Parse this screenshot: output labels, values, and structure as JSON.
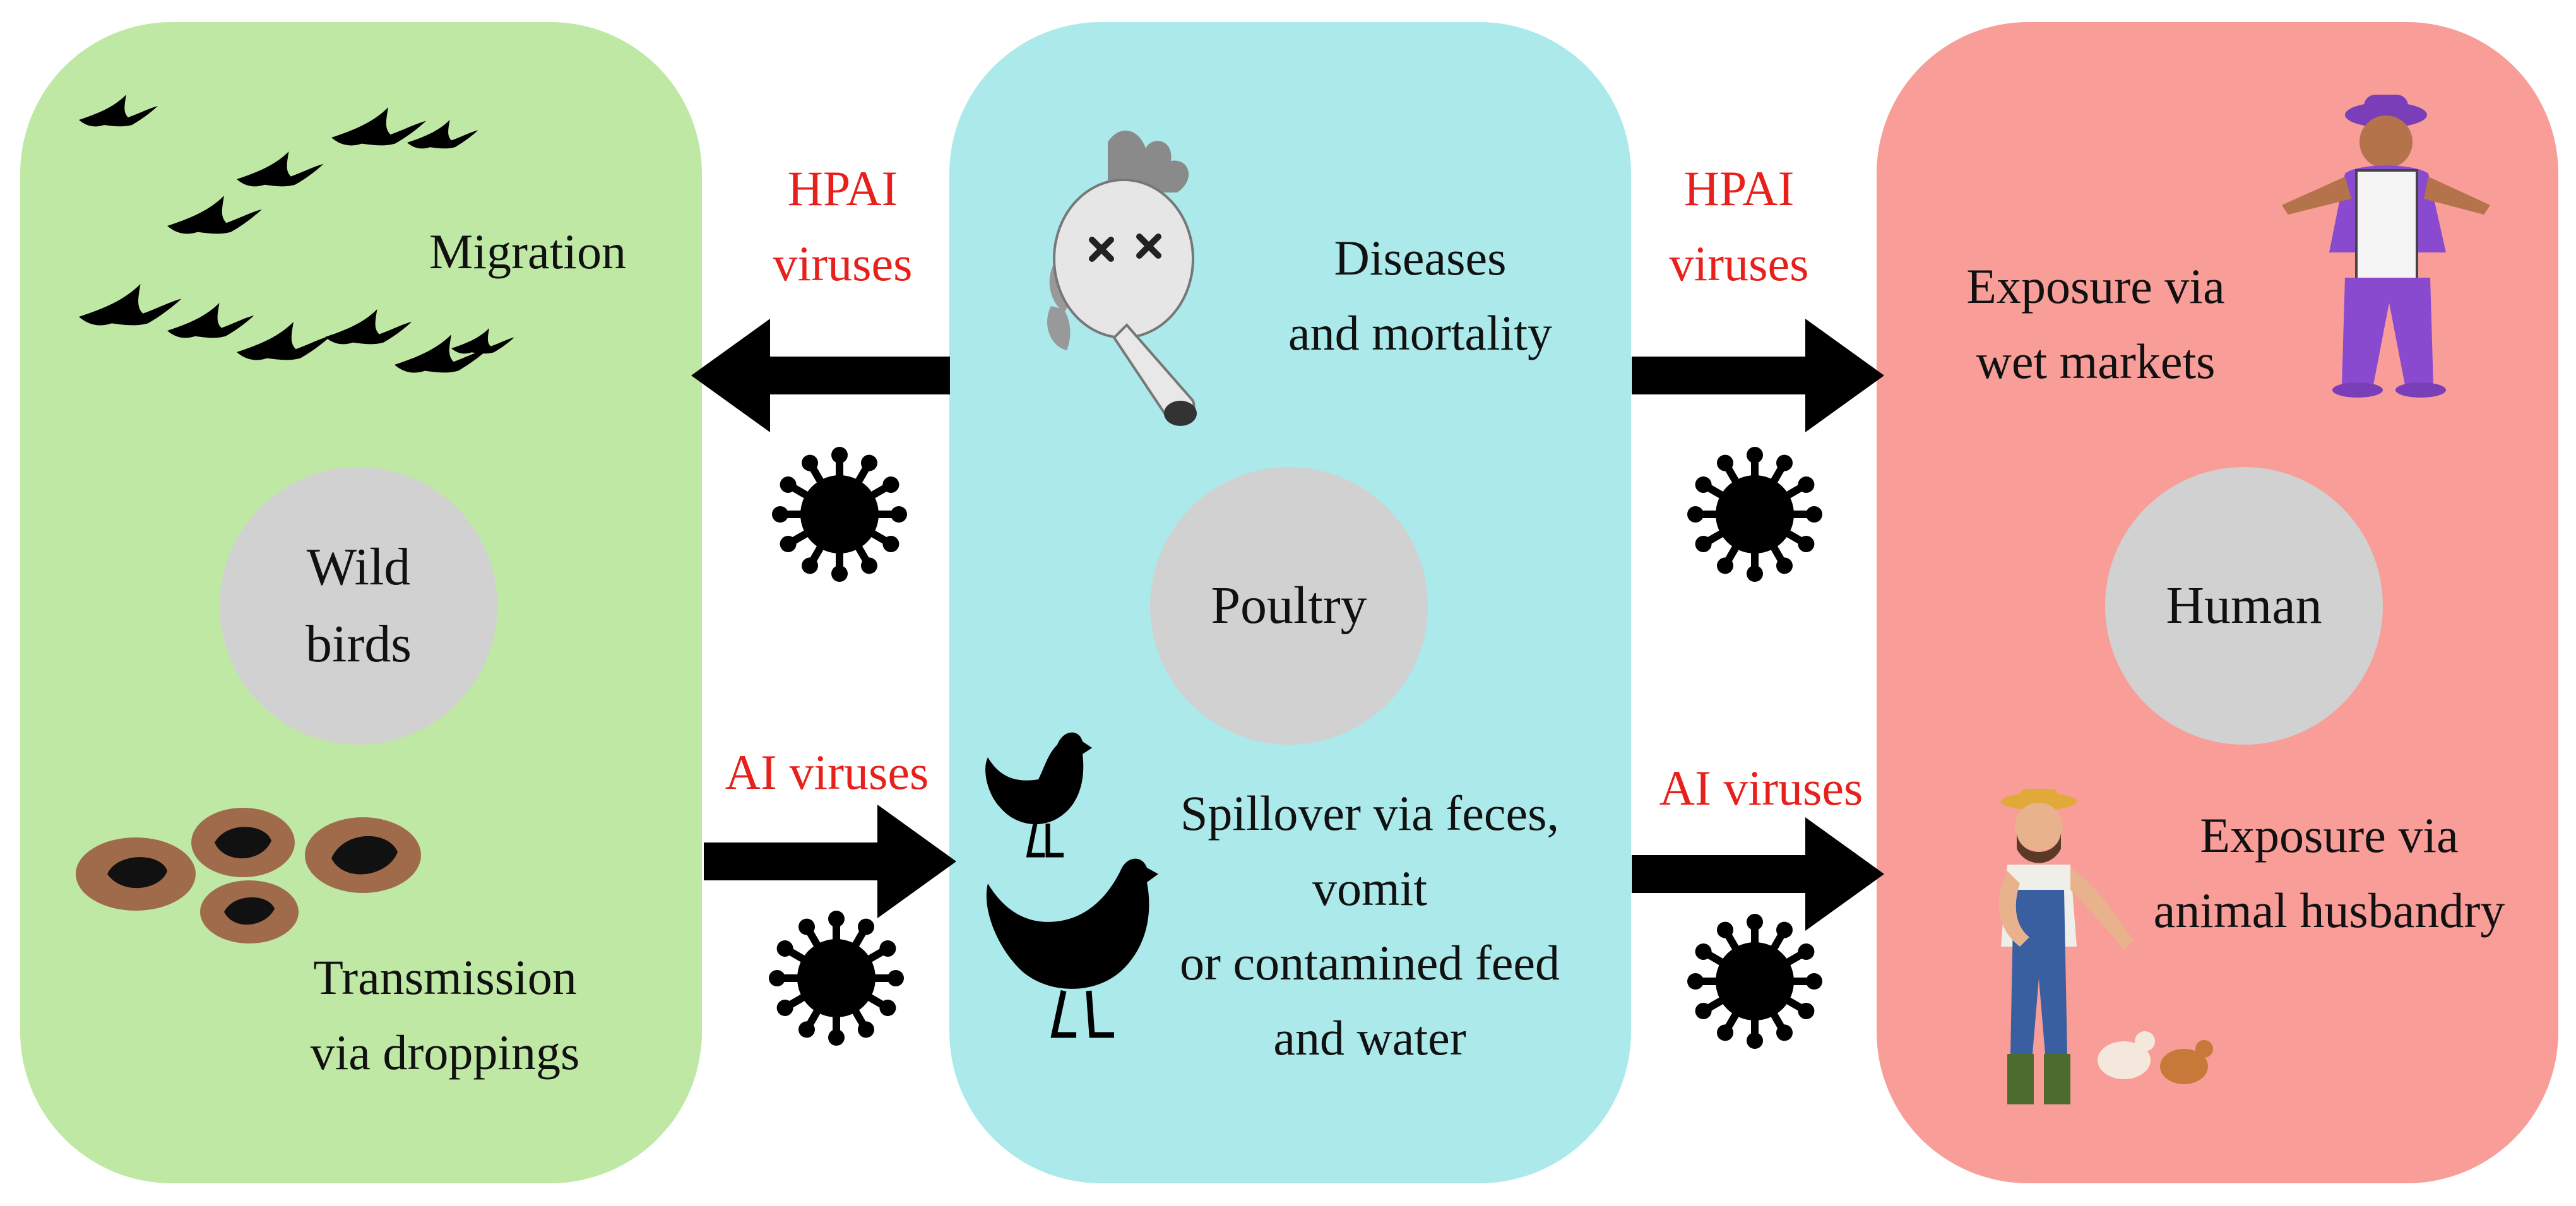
{
  "colors": {
    "wild_panel": "#bfe8a5",
    "poultry_panel": "#abe9ea",
    "human_panel": "#f89d98",
    "center_circle": "#d1d1d1",
    "arrow": "#000000",
    "virus_label": "#e8201c",
    "text": "#111111"
  },
  "panels": {
    "wild_birds": {
      "center": "Wild\nbirds",
      "top_label": "Migration",
      "bottom_label": "Transmission\nvia droppings"
    },
    "poultry": {
      "center": "Poultry",
      "top_label": "Diseases\nand mortality",
      "bottom_label": "Spillover via feces,\nvomit\nor contamined feed\nand water"
    },
    "human": {
      "center": "Human",
      "top_label": "Exposure via\nwet markets",
      "bottom_label": "Exposure via\nanimal husbandry"
    }
  },
  "arrows": {
    "top_left": {
      "label": "HPAI\nviruses",
      "direction": "left"
    },
    "bottom_left": {
      "label": "AI viruses",
      "direction": "right"
    },
    "top_right": {
      "label": "HPAI\nviruses",
      "direction": "right"
    },
    "bottom_right": {
      "label": "AI viruses",
      "direction": "right"
    }
  },
  "icons": {
    "flock": "flying-birds-icon",
    "droppings": "bird-droppings-icon",
    "dead_chicken": "dead-chicken-icon",
    "hens": "hens-icon",
    "vendor": "market-vendor-icon",
    "farmer": "farmer-icon",
    "virus": "virus-icon"
  }
}
